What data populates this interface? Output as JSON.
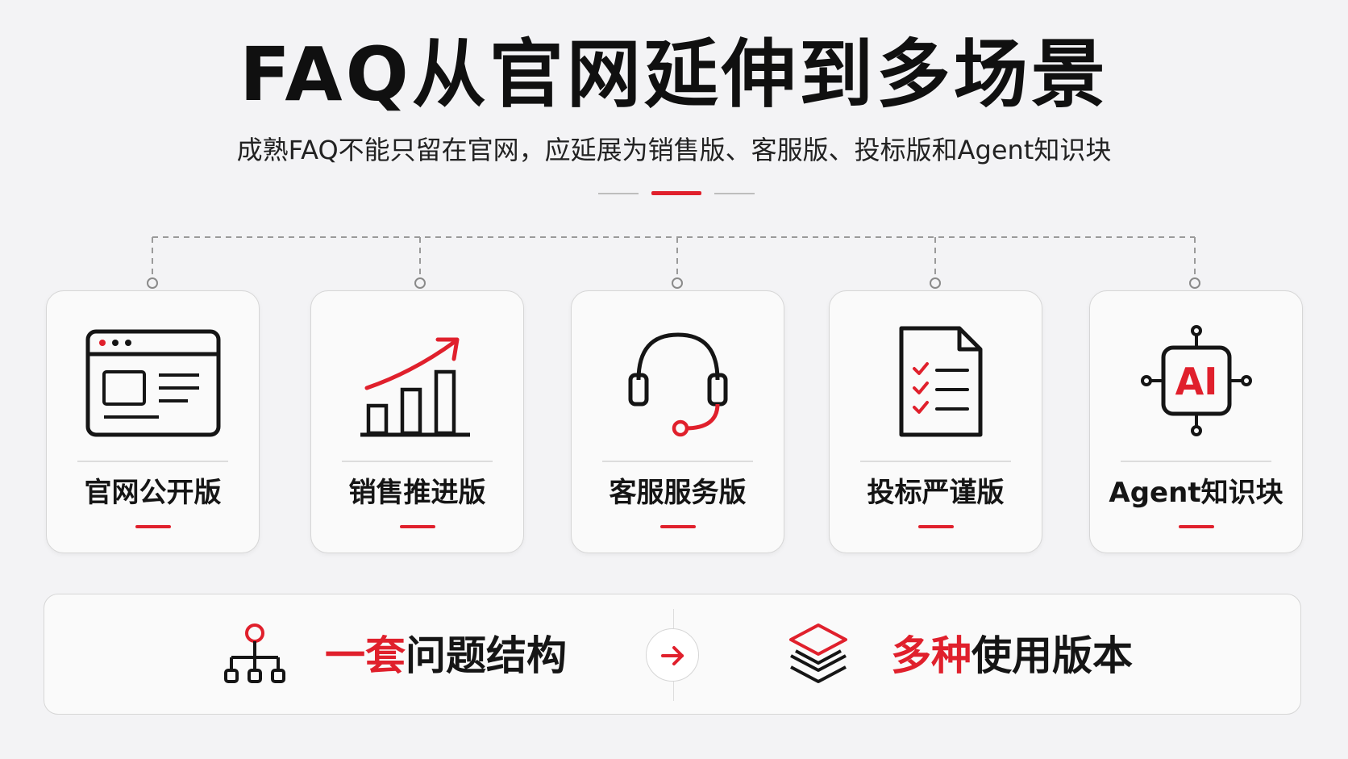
{
  "header": {
    "title": "FAQ从官网延伸到多场景",
    "subtitle": "成熟FAQ不能只留在官网，应延展为销售版、客服版、投标版和Agent知识块"
  },
  "cards": [
    {
      "label": "官网公开版",
      "icon": "browser-window-icon"
    },
    {
      "label": "销售推进版",
      "icon": "growth-chart-icon"
    },
    {
      "label": "客服服务版",
      "icon": "headset-icon"
    },
    {
      "label": "投标严谨版",
      "icon": "checklist-document-icon"
    },
    {
      "label": "Agent知识块",
      "icon": "ai-chip-icon",
      "chip_text": "AI"
    }
  ],
  "bottom": {
    "left_highlight": "一套",
    "left_rest": "问题结构",
    "right_highlight": "多种",
    "right_rest": "使用版本",
    "left_icon": "hierarchy-tree-icon",
    "arrow_icon": "arrow-right-icon",
    "right_icon": "layers-icon"
  },
  "colors": {
    "accent": "#e0202c",
    "text": "#111111",
    "card_bg": "#fafafa",
    "page_bg": "#f3f3f5"
  }
}
